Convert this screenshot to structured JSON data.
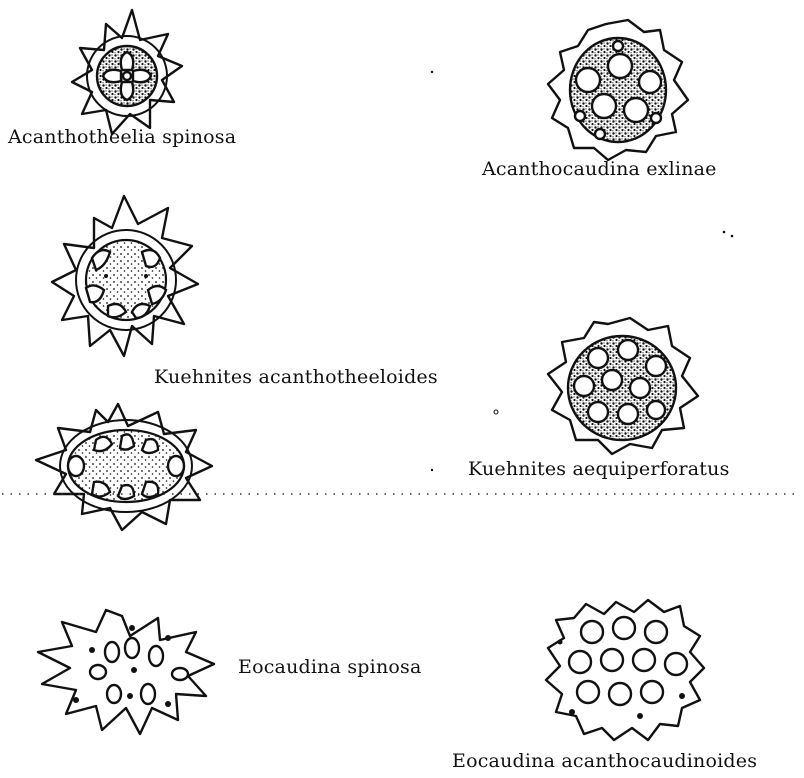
{
  "figure": {
    "specimens": [
      {
        "label": "Acanthotheelia spinosa"
      },
      {
        "label": "Acanthocaudina exlinae"
      },
      {
        "label": "Kuehnites acanthotheeloides"
      },
      {
        "label": "Kuehnites aequiperforatus"
      },
      {
        "label": "Eocaudina spinosa"
      },
      {
        "label": "Eocaudina acanthocaudinoides"
      }
    ]
  }
}
